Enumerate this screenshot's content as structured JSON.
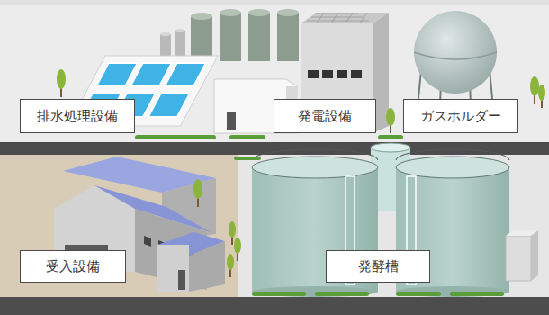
{
  "diagram": {
    "nodes": [
      {
        "text": [
          "排水処理設備"
        ]
      },
      {
        "text": [
          "発電設備"
        ]
      },
      {
        "text": [
          "ガスホルダー"
        ]
      },
      {
        "text": [
          "受入設備"
        ]
      },
      {
        "text": [
          "発酵槽"
        ]
      }
    ]
  }
}
